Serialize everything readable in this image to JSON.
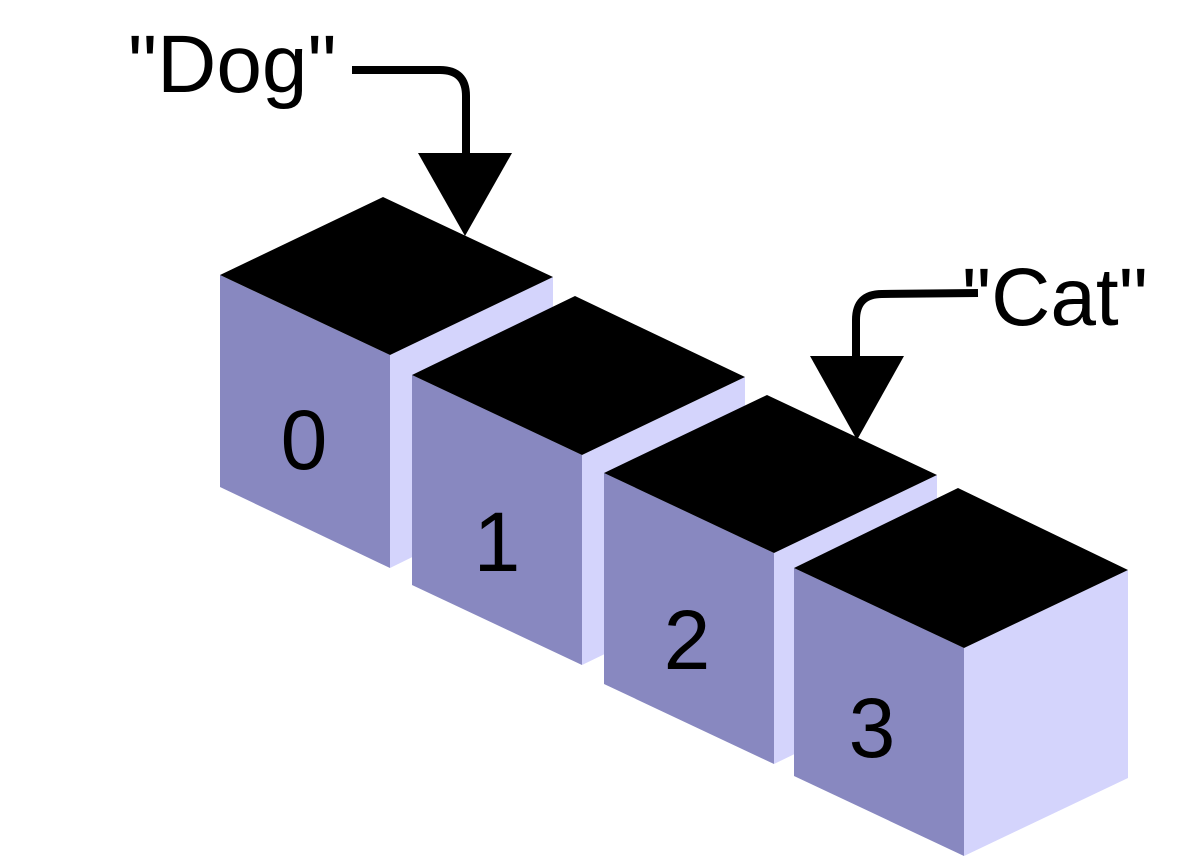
{
  "labels": {
    "dog": "\"Dog\"",
    "cat": "\"Cat\""
  },
  "cells": [
    {
      "index": "0"
    },
    {
      "index": "1"
    },
    {
      "index": "2"
    },
    {
      "index": "3"
    }
  ],
  "colors": {
    "cell_front": "#8888c0",
    "cell_side": "#d4d4fc",
    "cell_top": "#000000",
    "arrow": "#000000",
    "background": "#ffffff"
  }
}
